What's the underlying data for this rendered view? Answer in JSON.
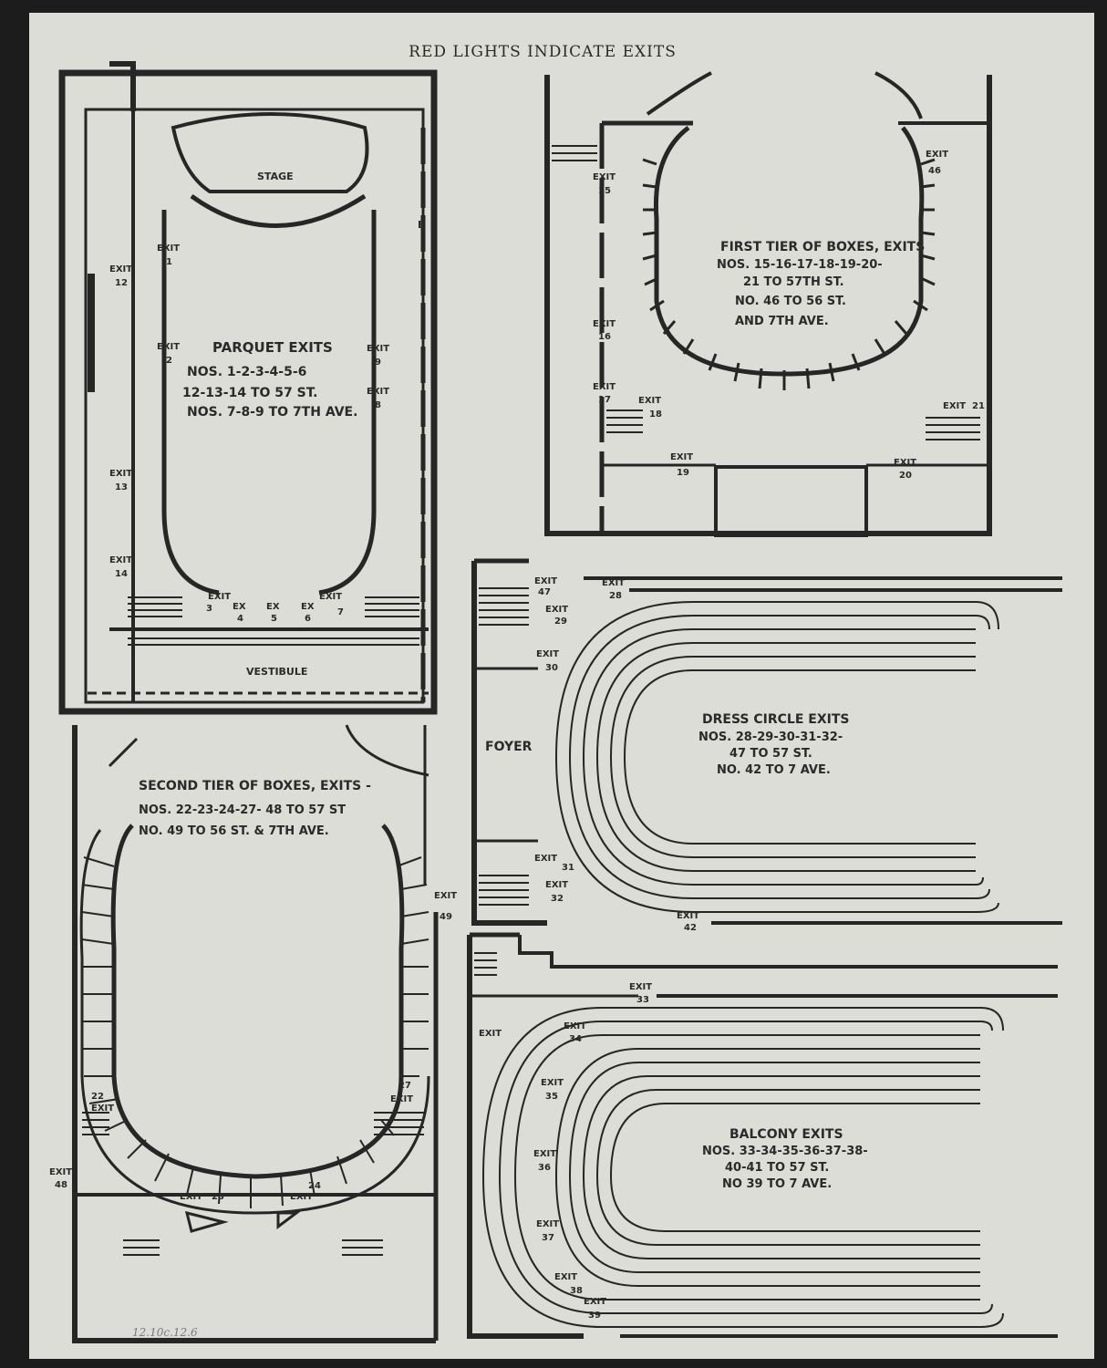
{
  "header": {
    "title": "RED LIGHTS INDICATE EXITS"
  },
  "parquet": {
    "stage": "STAGE",
    "vestibule": "VESTIBULE",
    "e_mark": "E",
    "heading": "PARQUET EXITS",
    "line1": "NOS. 1-2-3-4-5-6",
    "line2": "12-13-14 TO 57 ST.",
    "line3": "NOS. 7-8-9 TO 7TH AVE.",
    "exits": [
      "1",
      "2",
      "3",
      "4",
      "5",
      "6",
      "7",
      "8",
      "9",
      "12",
      "13",
      "14"
    ],
    "exit_word": "EXIT",
    "ex_word": "EX"
  },
  "first_tier": {
    "heading": "FIRST TIER OF BOXES, EXITS",
    "line1": "NOS. 15-16-17-18-19-20-",
    "line2": "21 TO 57TH ST.",
    "line3": "NO. 46 TO 56 ST.",
    "line4": "AND 7TH AVE.",
    "exits": [
      "15",
      "16",
      "17",
      "18",
      "19",
      "20",
      "21",
      "46"
    ]
  },
  "second_tier": {
    "heading": "SECOND TIER OF BOXES, EXITS -",
    "line1": "NOS. 22-23-24-27- 48 TO 57 ST",
    "line2": "NO. 49 TO 56 ST. & 7TH AVE.",
    "exits": [
      "22",
      "23",
      "24",
      "27",
      "48",
      "49"
    ]
  },
  "dress_circle": {
    "foyer": "FOYER",
    "heading": "DRESS CIRCLE EXITS",
    "line1": "NOS. 28-29-30-31-32-",
    "line2": "47 TO 57 ST.",
    "line3": "NO. 42 TO 7 AVE.",
    "exits": [
      "28",
      "29",
      "30",
      "31",
      "32",
      "42",
      "47"
    ]
  },
  "balcony": {
    "heading": "BALCONY EXITS",
    "line1": "NOS. 33-34-35-36-37-38-",
    "line2": "40-41 TO 57 ST.",
    "line3": "NO 39 TO 7 AVE.",
    "exits": [
      "33",
      "34",
      "35",
      "36",
      "37",
      "38",
      "39"
    ]
  },
  "footer": {
    "handwritten_note": "12.10c.12.6"
  }
}
